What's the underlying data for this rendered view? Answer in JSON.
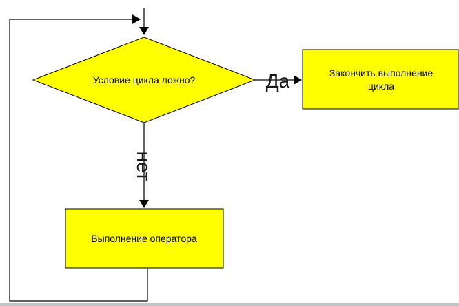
{
  "diagram": {
    "decision": {
      "label": "Условие цикла ложно?"
    },
    "end_box": {
      "line1": "Закончить выполнение",
      "line2": "цикла"
    },
    "action_box": {
      "label": "Выполнение оператора"
    },
    "edges": {
      "yes_label": "Да",
      "no_label": "нет"
    }
  },
  "colors": {
    "shape_fill": "#FFFF00",
    "shape_stroke": "#000000",
    "line": "#000000",
    "background": "#FFFFFF",
    "bottom_strip": "#C0C4C8"
  }
}
